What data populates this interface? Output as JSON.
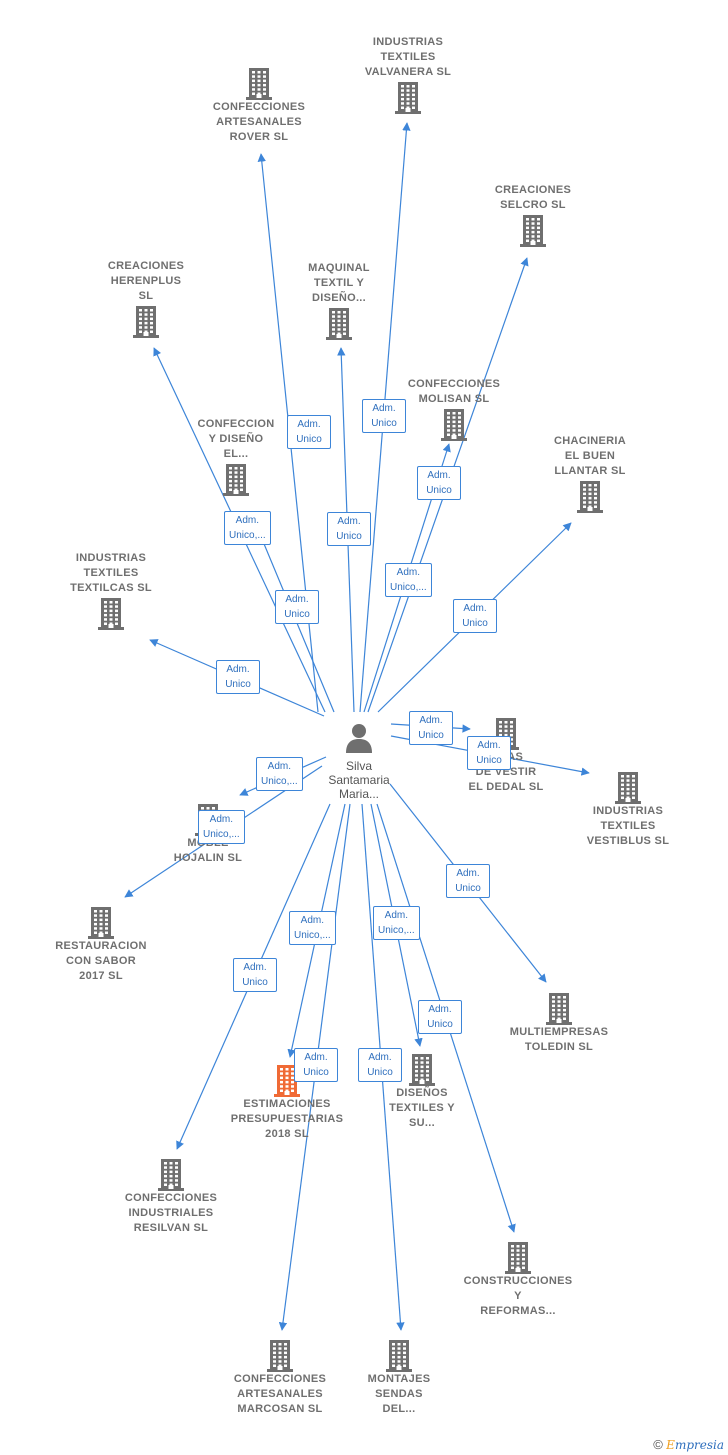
{
  "center": {
    "id": "silva",
    "lines": [
      "Silva",
      "Santamaria",
      "Maria..."
    ]
  },
  "nodes": [
    {
      "id": "rover",
      "lines": [
        "CONFECCIONES",
        "ARTESANALES",
        "ROVER SL"
      ],
      "highlight": false
    },
    {
      "id": "valvanera",
      "lines": [
        "INDUSTRIAS",
        "TEXTILES",
        "VALVANERA SL"
      ],
      "highlight": false
    },
    {
      "id": "selcro",
      "lines": [
        "CREACIONES",
        "SELCRO  SL"
      ],
      "highlight": false
    },
    {
      "id": "herenplus",
      "lines": [
        "CREACIONES",
        "HERENPLUS",
        "SL"
      ],
      "highlight": false
    },
    {
      "id": "maquinal",
      "lines": [
        "MAQUINAL",
        "TEXTIL Y",
        "DISEÑO..."
      ],
      "highlight": false
    },
    {
      "id": "molisan",
      "lines": [
        "CONFECCIONES",
        "MOLISAN SL"
      ],
      "highlight": false
    },
    {
      "id": "confeccion_diseno",
      "lines": [
        "CONFECCION",
        "Y DISEÑO",
        "EL..."
      ],
      "highlight": false
    },
    {
      "id": "chacineria",
      "lines": [
        "CHACINERIA",
        "EL BUEN",
        "LLANTAR SL"
      ],
      "highlight": false
    },
    {
      "id": "textilcas",
      "lines": [
        "INDUSTRIAS",
        "TEXTILES",
        "TEXTILCAS SL"
      ],
      "highlight": false
    },
    {
      "id": "dedal",
      "lines": [
        "...DAS",
        "DE VESTIR",
        "EL DEDAL SL"
      ],
      "highlight": false
    },
    {
      "id": "vestiblus",
      "lines": [
        "INDUSTRIAS",
        "TEXTILES",
        "VESTIBLUS SL"
      ],
      "highlight": false
    },
    {
      "id": "hojalin",
      "lines": [
        "MOBLE",
        "HOJALIN  SL"
      ],
      "highlight": false
    },
    {
      "id": "restauracion",
      "lines": [
        "RESTAURACION",
        "CON SABOR",
        "2017  SL"
      ],
      "highlight": false
    },
    {
      "id": "toledin",
      "lines": [
        "MULTIEMPRESAS",
        "TOLEDIN SL"
      ],
      "highlight": false
    },
    {
      "id": "estimaciones",
      "lines": [
        "ESTIMACIONES",
        "PRESUPUESTARIAS",
        "2018  SL"
      ],
      "highlight": true
    },
    {
      "id": "disenos",
      "lines": [
        "DISEÑOS",
        "TEXTILES Y",
        "SU..."
      ],
      "highlight": false
    },
    {
      "id": "resilvan",
      "lines": [
        "CONFECCIONES",
        "INDUSTRIALES",
        "RESILVAN SL"
      ],
      "highlight": false
    },
    {
      "id": "construcciones",
      "lines": [
        "CONSTRUCCIONES",
        "Y",
        "REFORMAS..."
      ],
      "highlight": false
    },
    {
      "id": "marcosan",
      "lines": [
        "CONFECCIONES",
        "ARTESANALES",
        "MARCOSAN SL"
      ],
      "highlight": false
    },
    {
      "id": "montajes",
      "lines": [
        "MONTAJES",
        "SENDAS",
        "DEL..."
      ],
      "highlight": false
    }
  ],
  "edges": [
    {
      "to": "rover",
      "badge": [
        "Adm.",
        "Unico"
      ]
    },
    {
      "to": "valvanera",
      "badge": [
        "Adm.",
        "Unico"
      ]
    },
    {
      "to": "selcro",
      "badge": [
        "Adm.",
        "Unico"
      ]
    },
    {
      "to": "herenplus",
      "badge": [
        "Adm.",
        "Unico,..."
      ]
    },
    {
      "to": "maquinal",
      "badge": [
        "Adm.",
        "Unico"
      ]
    },
    {
      "to": "molisan",
      "badge": [
        "Adm.",
        "Unico,..."
      ]
    },
    {
      "to": "confeccion_diseno",
      "badge": [
        "Adm.",
        "Unico"
      ]
    },
    {
      "to": "chacineria",
      "badge": [
        "Adm.",
        "Unico"
      ]
    },
    {
      "to": "textilcas",
      "badge": [
        "Adm.",
        "Unico"
      ]
    },
    {
      "to": "dedal",
      "badge": [
        "Adm.",
        "Unico"
      ]
    },
    {
      "to": "vestiblus",
      "badge": [
        "Adm.",
        "Unico"
      ]
    },
    {
      "to": "hojalin",
      "badge": [
        "Adm.",
        "Unico,..."
      ]
    },
    {
      "to": "restauracion",
      "badge": [
        "Adm.",
        "Unico,..."
      ]
    },
    {
      "to": "toledin",
      "badge": [
        "Adm.",
        "Unico"
      ]
    },
    {
      "to": "estimaciones",
      "badge": [
        "Adm.",
        "Unico,..."
      ]
    },
    {
      "to": "disenos",
      "badge": [
        "Adm.",
        "Unico,..."
      ]
    },
    {
      "to": "resilvan",
      "badge": [
        "Adm.",
        "Unico"
      ]
    },
    {
      "to": "construcciones",
      "badge": [
        "Adm.",
        "Unico"
      ]
    },
    {
      "to": "marcosan",
      "badge": [
        "Adm.",
        "Unico"
      ]
    },
    {
      "to": "montajes",
      "badge": [
        "Adm.",
        "Unico"
      ]
    }
  ],
  "colors": {
    "edge": "#3d85d8",
    "building": "#6f6f6f",
    "highlight": "#f06a35",
    "person": "#6f6f6f"
  },
  "icons": {
    "company": "building-icon",
    "person": "person-icon"
  },
  "footer": {
    "copyright": "©",
    "brand_first": "E",
    "brand_rest": "mpresia"
  }
}
